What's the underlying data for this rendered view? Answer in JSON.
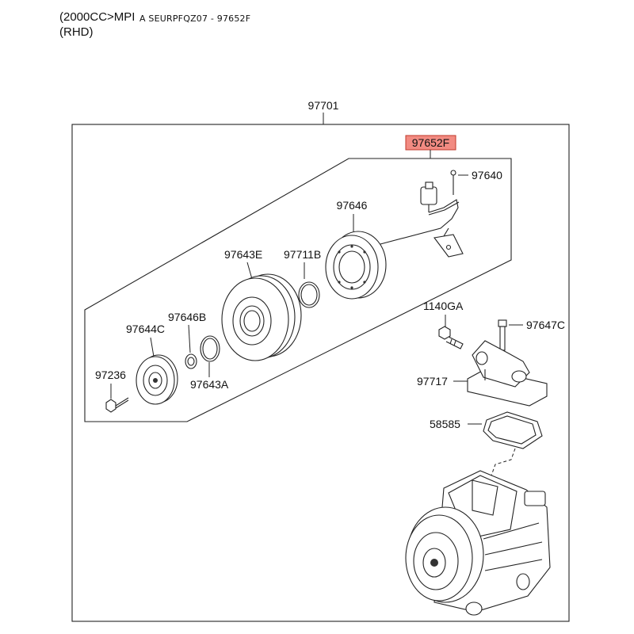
{
  "header": {
    "line1": "(2000CC>MPI",
    "crumb": "A SEURPFQZ07 - 97652F",
    "line2": "(RHD)"
  },
  "diagram": {
    "assembly_label": "97701",
    "highlight_color": "#f28b82",
    "parts": {
      "p97652F": "97652F",
      "p97640": "97640",
      "p97646": "97646",
      "p97643E": "97643E",
      "p97711B": "97711B",
      "p97646B": "97646B",
      "p97644C": "97644C",
      "p97236": "97236",
      "p97643A": "97643A",
      "p1140GA": "1140GA",
      "p97647C": "97647C",
      "p97717": "97717",
      "p58585": "58585"
    }
  }
}
